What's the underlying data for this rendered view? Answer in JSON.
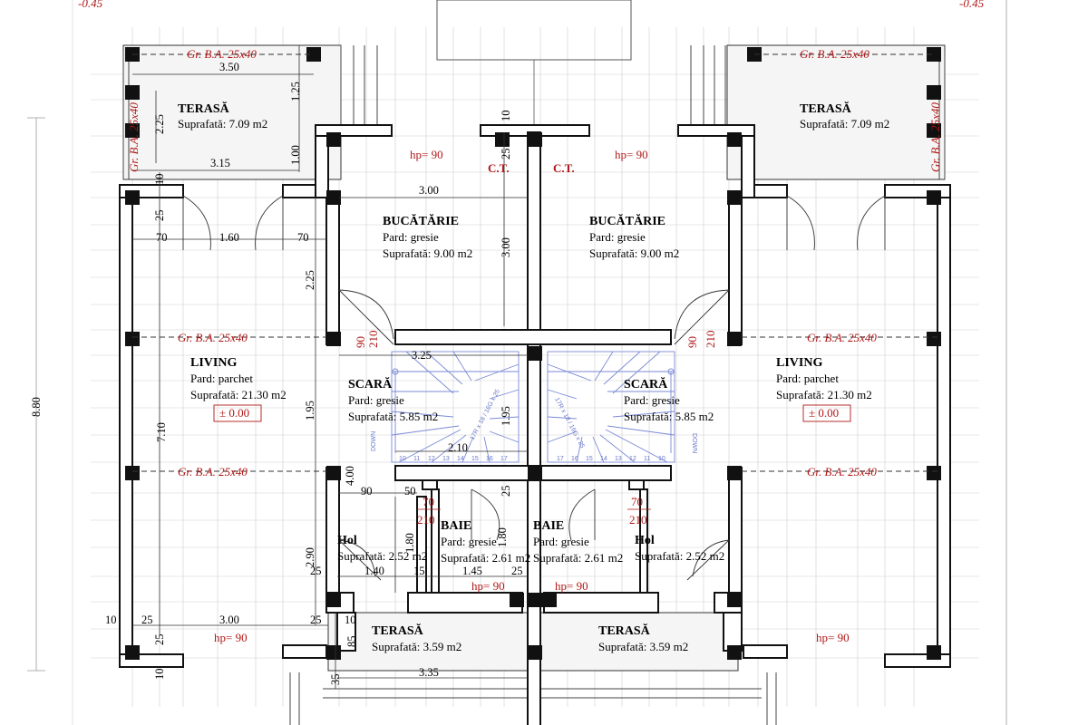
{
  "elevation_marks": {
    "left": "-0.45",
    "right": "-0.45"
  },
  "rooms": {
    "terasa_top_left": {
      "name": "TERASĂ",
      "area": "Suprafată: 7.09 m2"
    },
    "terasa_top_right": {
      "name": "TERASĂ",
      "area": "Suprafată: 7.09 m2"
    },
    "bucatarie_left": {
      "name": "BUCĂTĂRIE",
      "floor": "Pard: gresie",
      "area": "Suprafată: 9.00 m2"
    },
    "bucatarie_right": {
      "name": "BUCĂTĂRIE",
      "floor": "Pard: gresie",
      "area": "Suprafată: 9.00 m2"
    },
    "living_left": {
      "name": "LIVING",
      "floor": "Pard: parchet",
      "area": "Suprafată: 21.30 m2",
      "level": "± 0.00"
    },
    "living_right": {
      "name": "LIVING",
      "floor": "Pard: parchet",
      "area": "Suprafată: 21.30 m2",
      "level": "± 0.00"
    },
    "scara_left": {
      "name": "SCARĂ",
      "floor": "Pard: gresie",
      "area": "Suprafată: 5.85 m2"
    },
    "scara_right": {
      "name": "SCARĂ",
      "floor": "Pard: gresie",
      "area": "Suprafată: 5.85 m2"
    },
    "baie_left": {
      "name": "BAIE",
      "floor": "Pard: gresie",
      "area": "Suprafată: 2.61 m2"
    },
    "baie_right": {
      "name": "BAIE",
      "floor": "Pard: gresie",
      "area": "Suprafată: 2.61 m2"
    },
    "hol_left": {
      "name": "Hol",
      "area": "Suprafată: 2.52 m2"
    },
    "hol_right": {
      "name": "Hol",
      "area": "Suprafată: 2.52 m2"
    },
    "terasa_bottom_left": {
      "name": "TERASĂ",
      "area": "Suprafată: 3.59 m2"
    },
    "terasa_bottom_right": {
      "name": "TERASĂ",
      "area": "Suprafată: 3.59 m2"
    }
  },
  "beams": {
    "label": "Gr. B.A. 25x40"
  },
  "boiler": {
    "label": "C.T."
  },
  "windows": {
    "hp90": "hp= 90"
  },
  "doors": {
    "w90": "90",
    "w70": "70",
    "h210": "210"
  },
  "stairs": {
    "notes": "17R x 18 / 16G x 25",
    "direction": "DOWN",
    "steps": [
      "10",
      "11",
      "12",
      "13",
      "14",
      "15",
      "16",
      "17"
    ]
  },
  "dimensions": {
    "d350": "3.50",
    "d125": "1.25",
    "d225": "2.25",
    "d315": "3.15",
    "d100": "1.00",
    "d10": "10",
    "d25": "25",
    "d70": "70",
    "d160": "1.60",
    "d300": "3.00",
    "d325": "3.25",
    "d195": "1.95",
    "d210": "2.10",
    "d400": "4.00",
    "d90": "90",
    "d50": "50",
    "d180": "1.80",
    "d290": "2.90",
    "d140": "1.40",
    "d15": "15",
    "d145": "1.45",
    "d85": "85",
    "d35": "35",
    "d335": "3.35",
    "d710": "7.10",
    "d880": "8.80"
  }
}
